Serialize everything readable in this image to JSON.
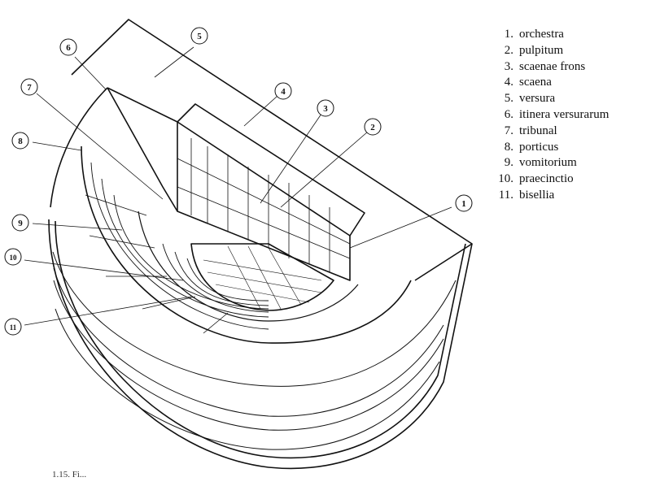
{
  "diagram": {
    "subject": "theatre",
    "callouts": [
      "1",
      "2",
      "3",
      "4",
      "5",
      "6",
      "7",
      "8",
      "9",
      "10",
      "11"
    ]
  },
  "legend": {
    "items": [
      {
        "num": "1.",
        "label": "orchestra"
      },
      {
        "num": "2.",
        "label": "pulpitum"
      },
      {
        "num": "3.",
        "label": "scaenae frons"
      },
      {
        "num": "4.",
        "label": "scaena"
      },
      {
        "num": "5.",
        "label": "versura"
      },
      {
        "num": "6.",
        "label": "itinera versurarum"
      },
      {
        "num": "7.",
        "label": "tribunal"
      },
      {
        "num": "8.",
        "label": "porticus"
      },
      {
        "num": "9.",
        "label": "vomitorium"
      },
      {
        "num": "10.",
        "label": "praecinctio"
      },
      {
        "num": "11.",
        "label": "bisellia"
      }
    ]
  },
  "caption": "1.15. Fi..."
}
